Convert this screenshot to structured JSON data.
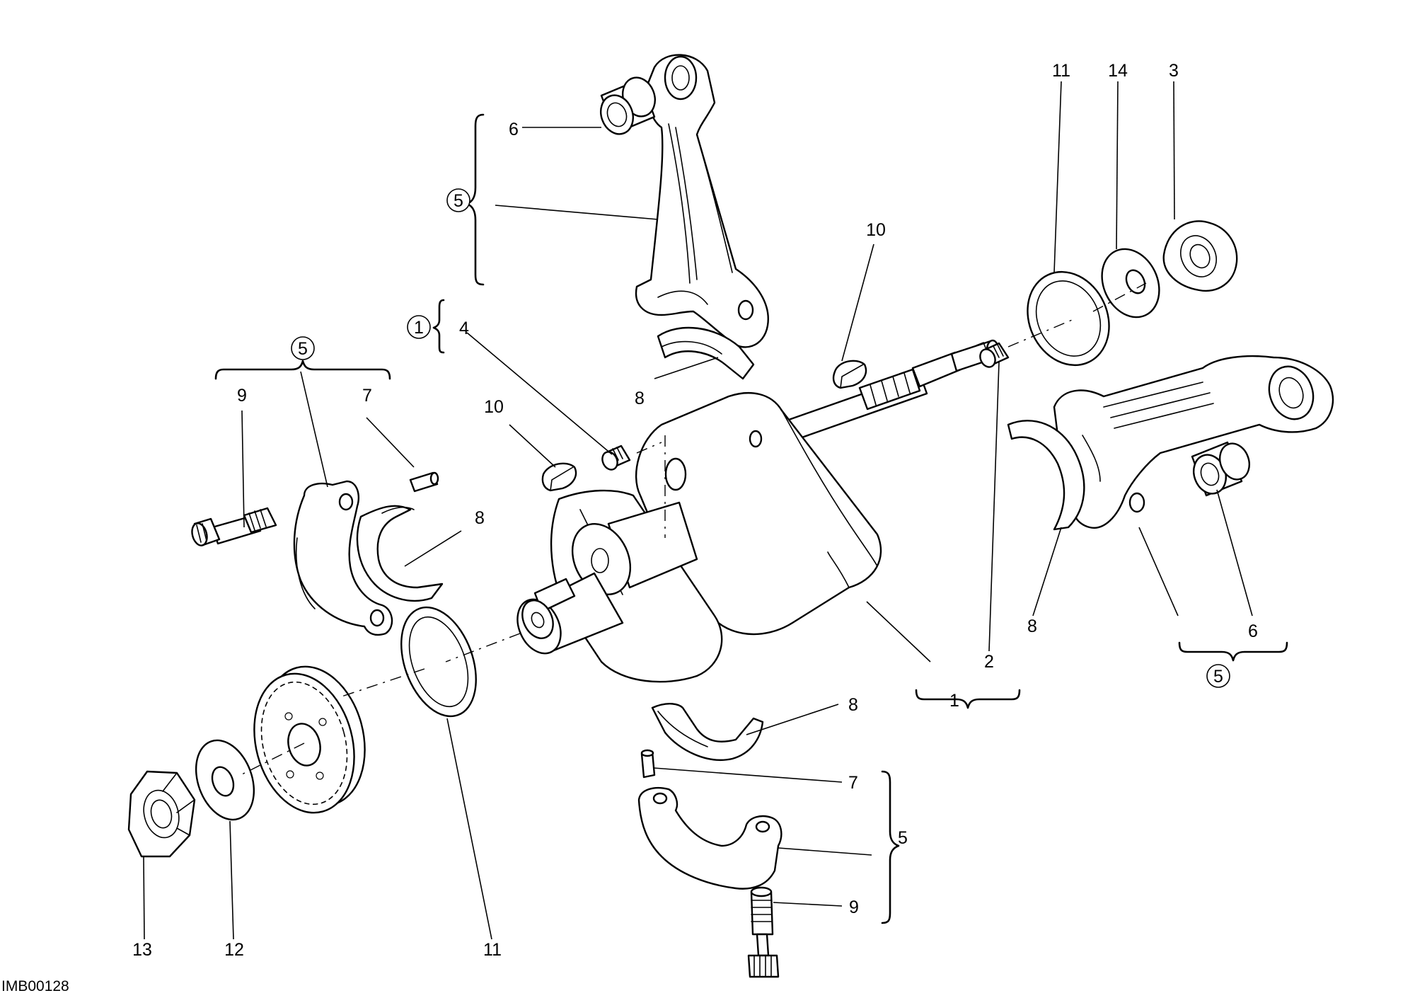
{
  "drawing_code": "IMB00128",
  "callouts": {
    "c6_top": "6",
    "c5_top": "5",
    "c1_left": "1",
    "c4": "4",
    "c10_top": "10",
    "c10_mid": "10",
    "c8_top": "8",
    "c5_left": "5",
    "c9_left": "9",
    "c7_left": "7",
    "c8_left": "8",
    "c11_top": "11",
    "c14": "14",
    "c3": "3",
    "c2": "2",
    "c1_bottom": "1",
    "c8_right": "8",
    "c6_right": "6",
    "c5_right": "5",
    "c8_bottom": "8",
    "c7_bottom": "7",
    "c5_bottom": "5",
    "c9_bottom": "9",
    "c13": "13",
    "c12": "12",
    "c11_bottom": "11"
  }
}
